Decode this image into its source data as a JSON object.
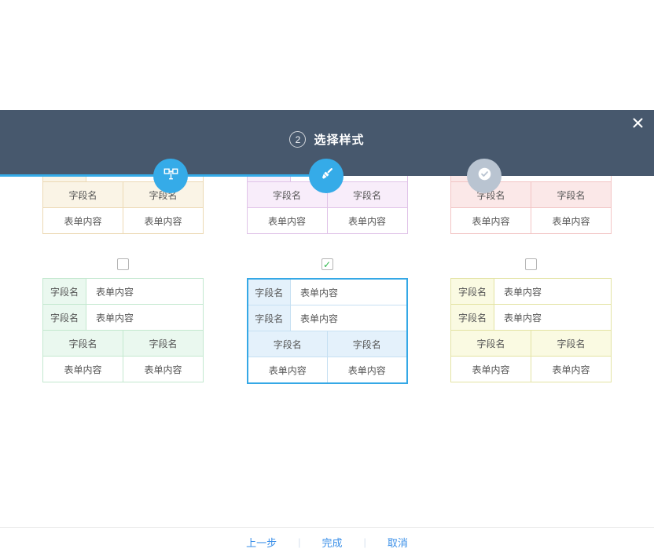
{
  "dialog": {
    "step_number": "2",
    "title": "选择样式"
  },
  "colors": {
    "header_bg": "#47586d",
    "accent_blue": "#35abe8",
    "inactive_gray": "#b9c4d1",
    "link_blue": "#3a8fe8",
    "checkbox_check_green": "#2eb84b"
  },
  "steps": [
    {
      "name": "form-fields",
      "icon": "table-field-icon",
      "state": "done"
    },
    {
      "name": "choose-style",
      "icon": "brush-icon",
      "state": "active"
    },
    {
      "name": "finish",
      "icon": "check-circle-icon",
      "state": "pending"
    }
  ],
  "table_text": {
    "field_label": "字段名",
    "content_label": "表单内容"
  },
  "checkbox": {
    "check_glyph": "✓"
  },
  "styles": [
    {
      "name": "orange",
      "label_bg": "#faf4e6",
      "border": "#ecd9b4",
      "checked": false
    },
    {
      "name": "purple",
      "label_bg": "#f8edfa",
      "border": "#e0c3e8",
      "checked": false
    },
    {
      "name": "pink",
      "label_bg": "#fbe8e8",
      "border": "#f2c4c4",
      "checked": false
    },
    {
      "name": "green",
      "label_bg": "#eaf8ef",
      "border": "#c3e8cf",
      "checked": false
    },
    {
      "name": "blue",
      "label_bg": "#e4f1fb",
      "border": "#c6e0f2",
      "outer_border": "#35a8e6",
      "checked": true
    },
    {
      "name": "yellow",
      "label_bg": "#fafae2",
      "border": "#e3e3a3",
      "checked": false
    }
  ],
  "footer": {
    "prev_label": "上一步",
    "finish_label": "完成",
    "cancel_label": "取消",
    "separator": "|"
  }
}
